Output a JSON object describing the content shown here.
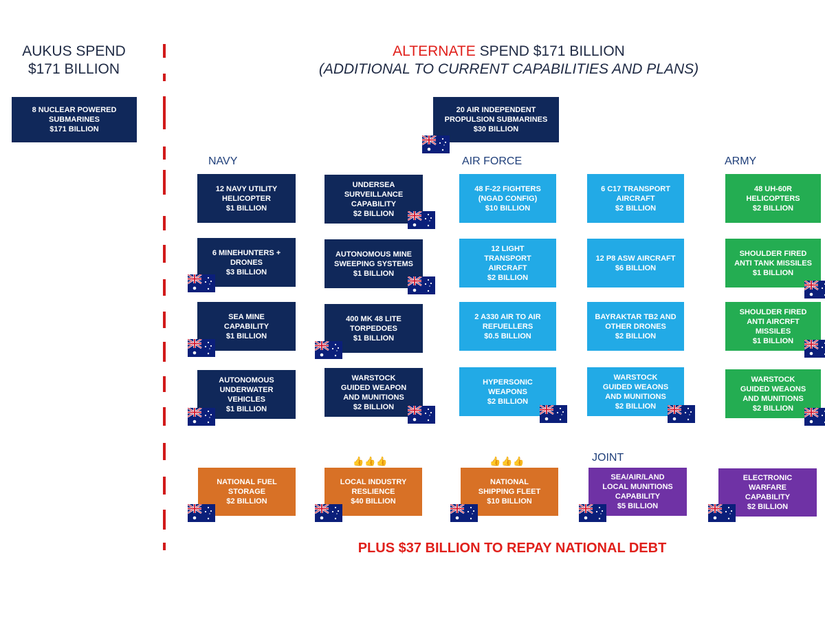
{
  "left": {
    "title_line1": "AUKUS SPEND",
    "title_line2": "$171 BILLION",
    "box_lines": [
      "8 NUCLEAR POWERED",
      "SUBMARINES",
      "$171 BILLION"
    ]
  },
  "right": {
    "title_red": "ALTERNATE",
    "title_rest": " SPEND $171 BILLION",
    "subtitle": "(ADDITIONAL TO CURRENT CAPABILITIES AND PLANS)"
  },
  "sections": {
    "navy": "NAVY",
    "air_force": "AIR FORCE",
    "army": "ARMY",
    "joint": "JOINT"
  },
  "top_box_lines": [
    "20 AIR INDEPENDENT",
    "PROPULSION SUBMARINES",
    "$30 BILLION"
  ],
  "boxes": {
    "n1": [
      "12 NAVY UTILITY",
      "HELICOPTER",
      "$1 BILLION"
    ],
    "n2": [
      "6 MINEHUNTERS +",
      "DRONES",
      "$3 BILLION"
    ],
    "n3": [
      "SEA MINE",
      "CAPABILITY",
      "$1 BILLION"
    ],
    "n4": [
      "AUTONOMOUS",
      "UNDERWATER",
      "VEHICLES",
      "$1 BILLION"
    ],
    "n5": [
      "UNDERSEA",
      "SURVEILLANCE",
      "CAPABILITY",
      "$2 BILLION"
    ],
    "n6": [
      "AUTONOMOUS MINE",
      "SWEEPING SYSTEMS",
      "$1 BILLION"
    ],
    "n7": [
      "400 MK 48 LITE",
      "TORPEDOES",
      "$1 BILLION"
    ],
    "n8": [
      "WARSTOCK",
      "GUIDED WEAPON",
      "AND MUNITIONS",
      "$2 BILLION"
    ],
    "a1": [
      "48 F-22 FIGHTERS",
      "(NGAD CONFIG)",
      "$10 BILLION"
    ],
    "a2": [
      "12 LIGHT",
      "TRANSPORT",
      "AIRCRAFT",
      "$2 BILLION"
    ],
    "a3": [
      "2 A330 AIR TO AIR",
      "REFUELLERS",
      "$0.5 BILLION"
    ],
    "a4": [
      "HYPERSONIC",
      "WEAPONS",
      "$2 BILLION"
    ],
    "a5": [
      "6 C17 TRANSPORT",
      "AIRCRAFT",
      "$2 BILLION"
    ],
    "a6": [
      "12 P8 ASW AIRCRAFT",
      "$6 BILLION"
    ],
    "a7": [
      "BAYRAKTAR TB2 AND",
      "OTHER DRONES",
      "$2 BILLION"
    ],
    "a8": [
      "WARSTOCK",
      "GUIDED WEAONS",
      "AND MUNITIONS",
      "$2 BILLION"
    ],
    "r1": [
      "48 UH-60R",
      "HELICOPTERS",
      "$2 BILLION"
    ],
    "r2": [
      "SHOULDER FIRED",
      "ANTI TANK MISSILES",
      "$1 BILLION"
    ],
    "r3": [
      "SHOULDER FIRED",
      "ANTI AIRCRFT",
      "MISSILES",
      "$1 BILLION"
    ],
    "r4": [
      "WARSTOCK",
      "GUIDED WEAONS",
      "AND MUNITIONS",
      "$2 BILLION"
    ],
    "j1": [
      "NATIONAL FUEL",
      "STORAGE",
      "$2 BILLION"
    ],
    "j2": [
      "LOCAL INDUSTRY",
      "RESLIENCE",
      "$40 BILLION"
    ],
    "j3": [
      "NATIONAL",
      "SHIPPING FLEET",
      "$10 BILLION"
    ],
    "j4": [
      "SEA/AIR/LAND",
      "LOCAL MUNITIONS",
      "CAPABILITY",
      "$5 BILLION"
    ],
    "j5": [
      "ELECTRONIC",
      "WARFARE",
      "CAPABILITY",
      "$2 BILLION"
    ]
  },
  "footer": "PLUS $37 BILLION TO REPAY NATIONAL DEBT",
  "colors": {
    "navy": "#10285a",
    "sky": "#22aae6",
    "green": "#24ad52",
    "orange": "#d87126",
    "purple": "#6f32a5",
    "red": "#e0201b"
  },
  "icons": {
    "flag": "australian-flag-icon",
    "thumbs": "thumbs-up-icon"
  }
}
